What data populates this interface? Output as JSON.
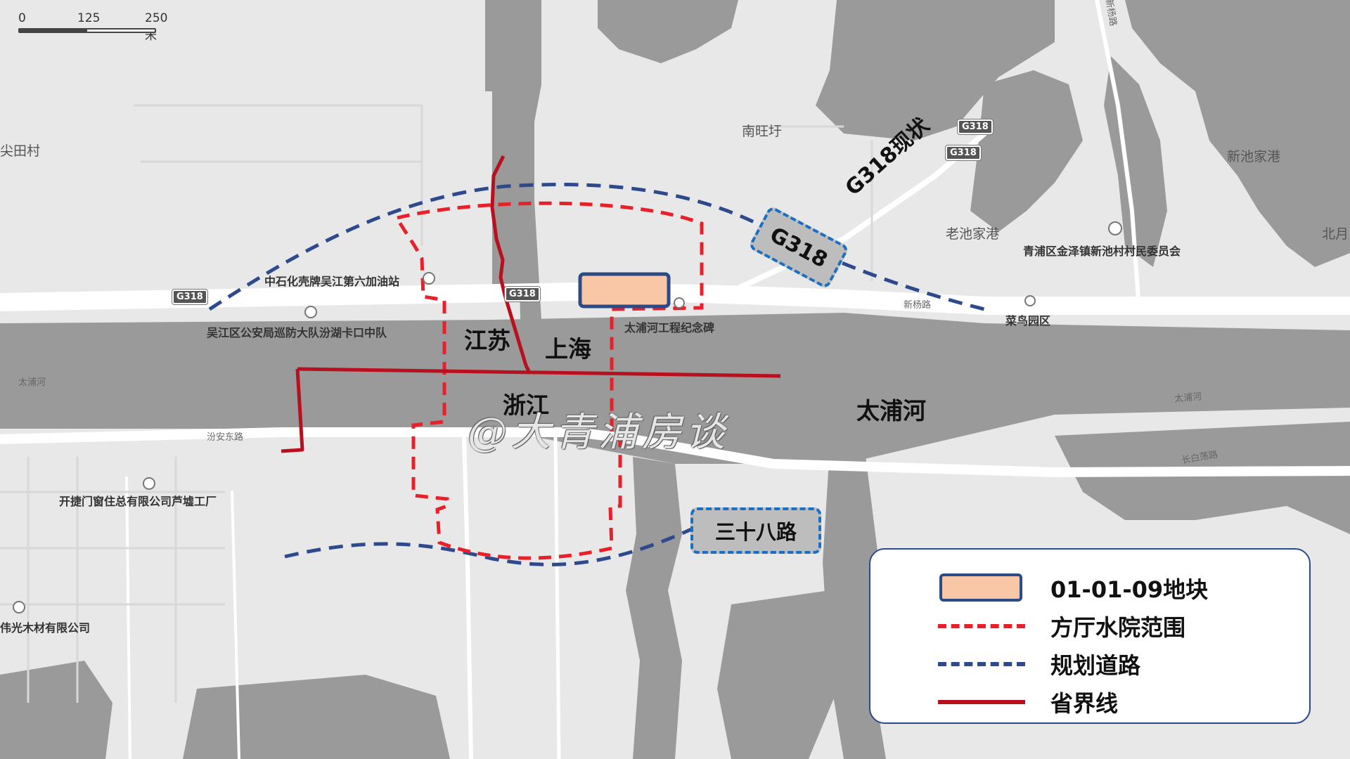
{
  "scale_bar": {
    "labels": [
      "0",
      "125",
      "250 米"
    ]
  },
  "places": {
    "jiantian": "尖田村",
    "nanwangyu": "南旺圩",
    "xinchijiagang": "新池家港",
    "laochijiagang": "老池家港",
    "beiyue": "北月",
    "village_committee": "青浦区金泽镇新池村村民委员会",
    "gas_station": "中石化壳牌吴江第六加油站",
    "police": "吴江区公安局巡防大队汾湖卡口中队",
    "memorial": "太浦河工程纪念碑",
    "caoniao": "菜鸟园区",
    "taipu_river_west": "太浦河",
    "taipu_river_east": "太浦河",
    "fenan_road": "汾安东路",
    "changbai_road": "长白荡路",
    "kaijie_factory": "开捷门窗住总有限公司芦墟工厂",
    "weiguang_wood": "伟光木材有限公司",
    "xinyang_road": "新杨路",
    "xinyang_road2": "新杨路"
  },
  "regions": {
    "jiangsu": "江苏",
    "shanghai": "上海",
    "zhejiang": "浙江",
    "taipu_river": "太浦河"
  },
  "shields": {
    "g318_a": "G318",
    "g318_b": "G318",
    "g318_c": "G318",
    "g318_d": "G318"
  },
  "callouts": {
    "g318": "G318",
    "road38": "三十八路"
  },
  "g318_status": "G318现状",
  "watermark": "@大青浦房谈",
  "legend": {
    "items": [
      {
        "label": "01-01-09地块"
      },
      {
        "label": "方厅水院范围"
      },
      {
        "label": "规划道路"
      },
      {
        "label": "省界线"
      }
    ]
  },
  "colors": {
    "parcel_fill": "#f9c6a6",
    "parcel_border": "#2c4a85",
    "scope_red": "#e8202a",
    "planned_road_blue": "#2e4a8c",
    "province_border": "#b8101e",
    "callout_border": "#1a6fc4"
  }
}
